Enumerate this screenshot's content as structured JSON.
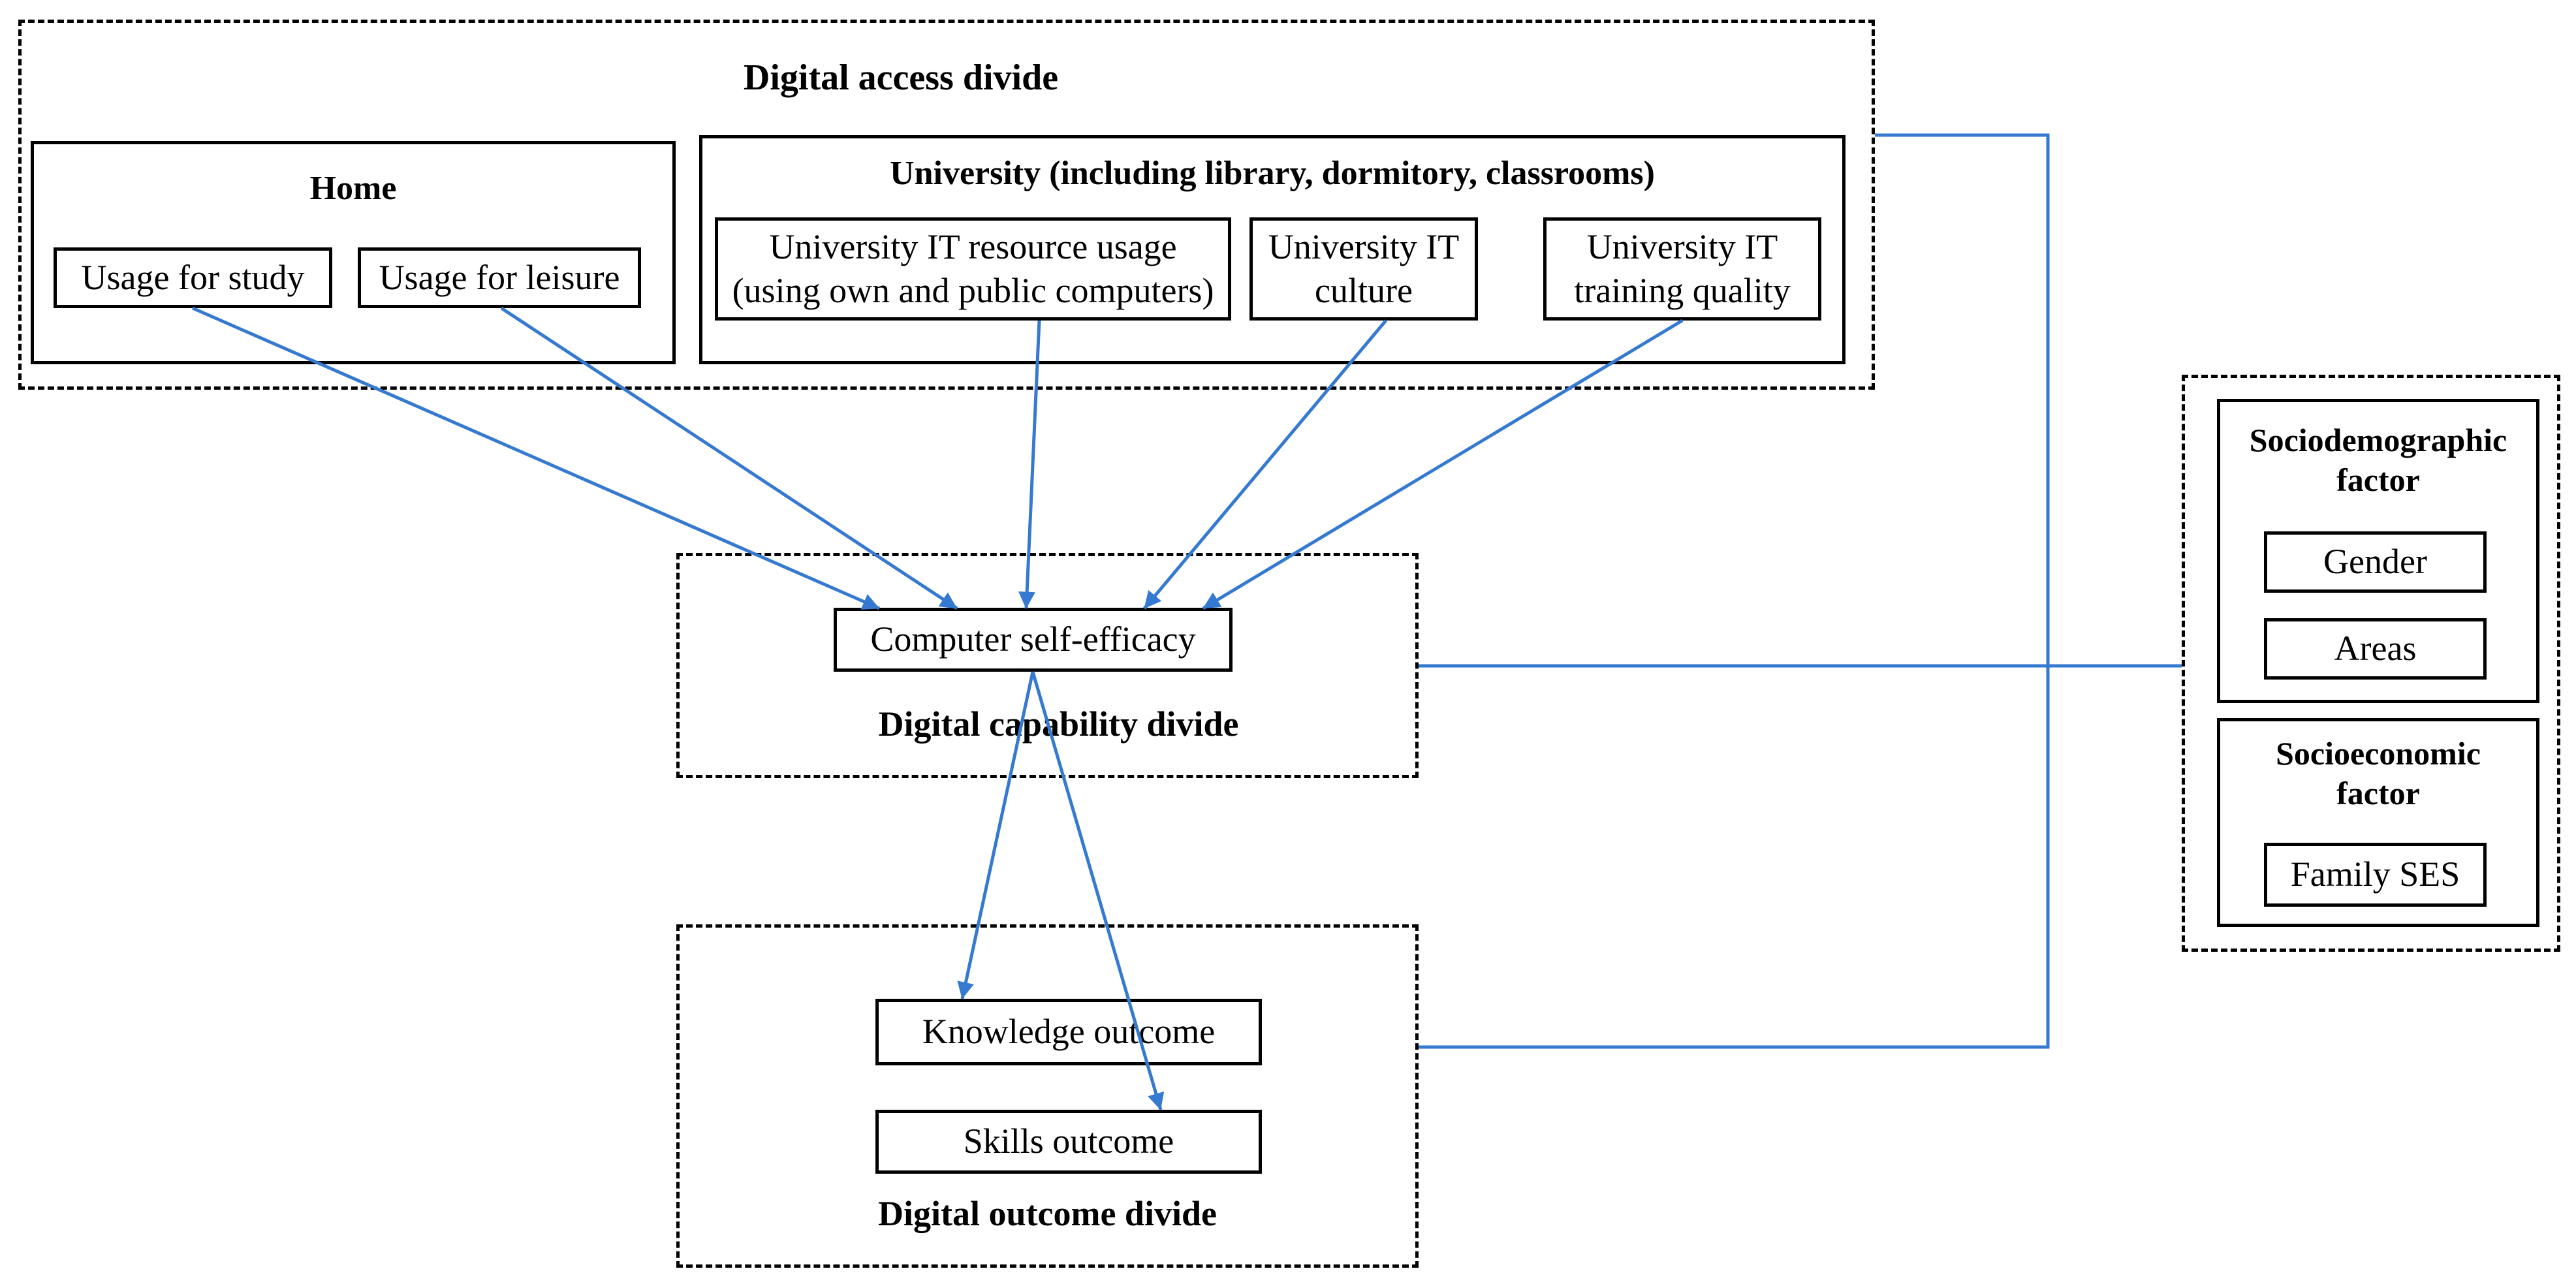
{
  "access": {
    "title": "Digital access divide",
    "home": {
      "title": "Home",
      "study": "Usage for study",
      "leisure": "Usage for leisure"
    },
    "university": {
      "title": "University (including library, dormitory, classrooms)",
      "resource_line1": "University IT resource usage",
      "resource_line2": "(using own and public computers)",
      "culture_line1": "University IT",
      "culture_line2": "culture",
      "training_line1": "University IT",
      "training_line2": "training quality"
    }
  },
  "capability": {
    "title": "Digital capability divide",
    "self_efficacy": "Computer self-efficacy"
  },
  "outcome": {
    "title": "Digital outcome divide",
    "knowledge": "Knowledge outcome",
    "skills": "Skills outcome"
  },
  "factors": {
    "sociodemographic_line1": "Sociodemographic",
    "sociodemographic_line2": "factor",
    "gender": "Gender",
    "areas": "Areas",
    "socioeconomic_line1": "Socioeconomic",
    "socioeconomic_line2": "factor",
    "family_ses": "Family SES"
  },
  "colors": {
    "connector": "#3579d0",
    "border": "#000000"
  }
}
